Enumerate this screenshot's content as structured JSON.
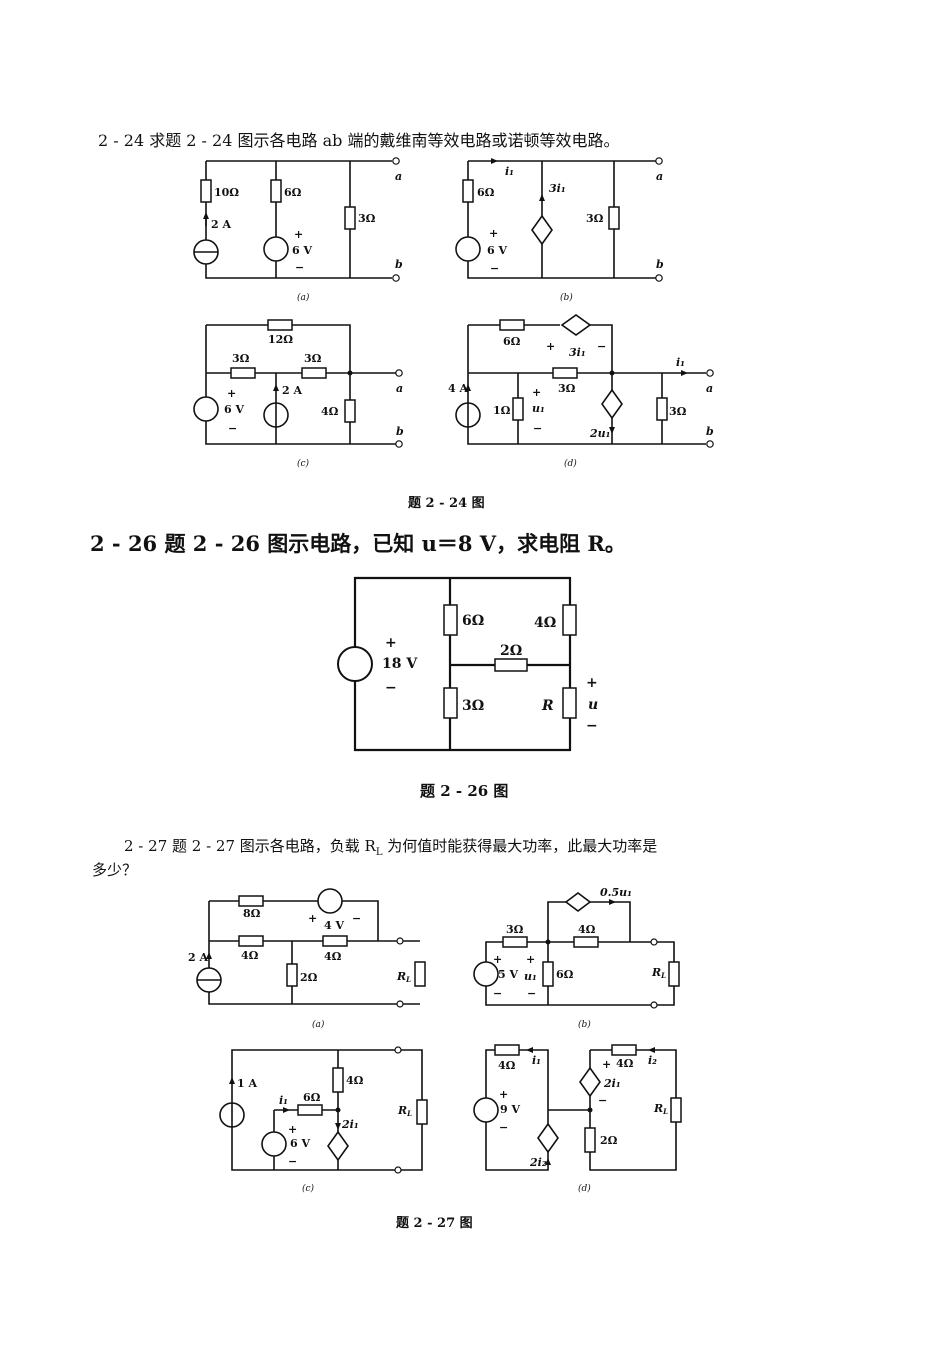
{
  "problems": {
    "p24": {
      "text": "2 - 24   求题 2 - 24 图示各电路 ab 端的戴维南等效电路或诺顿等效电路。",
      "figure_caption": "题 2 - 24 图"
    },
    "p26": {
      "text": "2 - 26   题 2 - 26 图示电路，已知 u＝8 V，求电阻 R。",
      "figure_caption": "题 2 - 26 图"
    },
    "p27": {
      "line1": "2 - 27   题 2 - 27 图示各电路，负载 R",
      "line1_sub": "L",
      "line1_end": " 为何值时能获得最大功率，此最大功率是",
      "line2": "多少？",
      "figure_caption": "题 2 - 27 图"
    }
  },
  "fig24": {
    "a": {
      "sub": "(a)",
      "r1": "10Ω",
      "r2": "6Ω",
      "r3": "3Ω",
      "is": "2 A",
      "vs": "6 V",
      "plus": "+",
      "minus": "−",
      "ta": "a",
      "tb": "b"
    },
    "b": {
      "sub": "(b)",
      "i1": "i₁",
      "r1": "6Ω",
      "dep": "3i₁",
      "r3": "3Ω",
      "vs": "6 V",
      "plus": "+",
      "minus": "−",
      "ta": "a",
      "tb": "b"
    },
    "c": {
      "sub": "(c)",
      "r12": "12Ω",
      "r3a": "3Ω",
      "r3b": "3Ω",
      "vs": "6 V",
      "is": "2 A",
      "r4": "4Ω",
      "plus": "+",
      "minus": "−",
      "ta": "a",
      "tb": "b"
    },
    "d": {
      "sub": "(d)",
      "r6": "6Ω",
      "dep_v": "3i₁",
      "r3a": "3Ω",
      "is": "4 A",
      "r1": "1Ω",
      "u1": "u₁",
      "dep_i": "2u₁",
      "r3b": "3Ω",
      "i1": "i₁",
      "plus": "+",
      "minus": "−",
      "ta": "a",
      "tb": "b"
    }
  },
  "fig26": {
    "vs": "18 V",
    "r6": "6Ω",
    "r4": "4Ω",
    "r2": "2Ω",
    "r3": "3Ω",
    "R": "R",
    "u": "u",
    "plus": "+",
    "minus": "−"
  },
  "fig27": {
    "a": {
      "sub": "(a)",
      "r8": "8Ω",
      "vs": "4 V",
      "is": "2 A",
      "r4a": "4Ω",
      "r4b": "4Ω",
      "r2": "2Ω",
      "rl": "R",
      "rl_sub": "L",
      "plus": "+",
      "minus": "−"
    },
    "b": {
      "sub": "(b)",
      "dep": "0.5u₁",
      "r3": "3Ω",
      "r4": "4Ω",
      "vs": "5 V",
      "u1": "u₁",
      "r6": "6Ω",
      "rl": "R",
      "rl_sub": "L",
      "plus": "+",
      "minus": "−"
    },
    "c": {
      "sub": "(c)",
      "is": "1 A",
      "i1": "i₁",
      "r6": "6Ω",
      "r4": "4Ω",
      "dep": "2i₁",
      "vs": "6 V",
      "rl": "R",
      "rl_sub": "L",
      "plus": "+",
      "minus": "−"
    },
    "d": {
      "sub": "(d)",
      "r4a": "4Ω",
      "i1": "i₁",
      "r4b": "4Ω",
      "i2": "i₂",
      "dep_v": "2i₁",
      "vs": "9 V",
      "dep_i": "2i₂",
      "r2": "2Ω",
      "rl": "R",
      "rl_sub": "L",
      "plus": "+",
      "minus": "−"
    }
  }
}
